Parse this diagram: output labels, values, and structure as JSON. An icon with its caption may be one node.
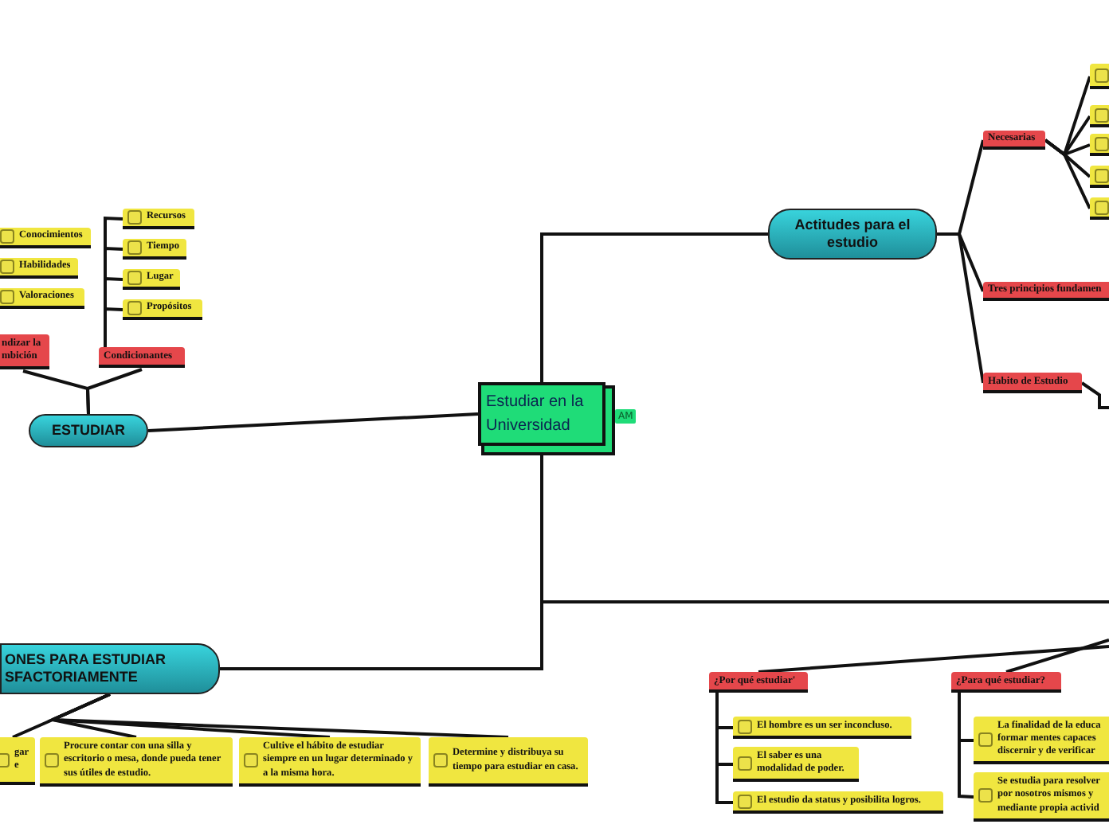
{
  "diagram": {
    "nodes": [
      {
        "text": [
          "Estudiar en la Universidad"
        ],
        "beside": [
          "AM"
        ]
      },
      {
        "text": [
          "Actitudes para el estudio"
        ]
      },
      {
        "text": [
          "Necesarias"
        ]
      },
      {
        "text": [],
        "shape": "box"
      },
      {
        "text": [],
        "shape": "box"
      },
      {
        "text": [],
        "shape": "box"
      },
      {
        "text": [],
        "shape": "box"
      },
      {
        "text": [],
        "shape": "box"
      },
      {
        "text": [
          "Tres principios fundamen"
        ]
      },
      {
        "text": [
          "Habito de Estudio"
        ]
      },
      {
        "text": [
          "ESTUDIAR"
        ]
      },
      {
        "text": [
          "ndizar la mbición"
        ]
      },
      {
        "text": [
          "Condicionantes"
        ]
      },
      {
        "text": [
          "Conocimientos"
        ]
      },
      {
        "text": [
          "Habilidades"
        ]
      },
      {
        "text": [
          "Valoraciones"
        ]
      },
      {
        "text": [
          "Recursos"
        ]
      },
      {
        "text": [
          "Tiempo"
        ]
      },
      {
        "text": [
          "Lugar"
        ]
      },
      {
        "text": [
          "Propósitos"
        ]
      },
      {
        "text": [
          "ONES PARA ESTUDIAR SFACTORIAMENTE"
        ]
      },
      {
        "text": [
          "gar e"
        ]
      },
      {
        "text": [
          "Procure contar con una silla y escritorio o mesa, donde pueda tener sus útiles de estudio."
        ]
      },
      {
        "text": [
          "Cultive el hábito de estudiar siempre en un lugar determinado y a la misma hora."
        ]
      },
      {
        "text": [
          "Determine y distribuya su tiempo para estudiar en casa."
        ]
      },
      {
        "text": [
          "¿Por qué estudiar'"
        ]
      },
      {
        "text": [
          "El hombre es un ser inconcluso."
        ]
      },
      {
        "text": [
          "El saber es una modalidad de poder."
        ]
      },
      {
        "text": [
          "El estudio da status y posibilita logros."
        ]
      },
      {
        "text": [
          "¿Para qué estudiar?"
        ]
      },
      {
        "text": [
          "La finalidad de la educa formar mentes capaces discernir y de verificar"
        ]
      },
      {
        "text": [
          "Se estudia para resolver por nosotros mismos y mediante propia activid"
        ]
      }
    ],
    "edges": [
      {
        "from": 0,
        "to": 1,
        "arrow": "none"
      },
      {
        "from": 0,
        "to": 10,
        "arrow": "none"
      },
      {
        "from": 0,
        "to": 20,
        "arrow": "none"
      },
      {
        "from": 0,
        "to": null,
        "arrow": "none"
      },
      {
        "from": 1,
        "to": 2,
        "arrow": "none"
      },
      {
        "from": 1,
        "to": 8,
        "arrow": "none"
      },
      {
        "from": 1,
        "to": 9,
        "arrow": "none"
      },
      {
        "from": 2,
        "to": 3,
        "arrow": "none"
      },
      {
        "from": 2,
        "to": 4,
        "arrow": "none"
      },
      {
        "from": 2,
        "to": 5,
        "arrow": "none"
      },
      {
        "from": 2,
        "to": 6,
        "arrow": "none"
      },
      {
        "from": 2,
        "to": 7,
        "arrow": "none"
      },
      {
        "from": 9,
        "to": null,
        "arrow": "none"
      },
      {
        "from": 10,
        "to": 11,
        "arrow": "none"
      },
      {
        "from": 10,
        "to": 12,
        "arrow": "none"
      },
      {
        "from": 12,
        "to": 16,
        "arrow": "none"
      },
      {
        "from": 12,
        "to": 17,
        "arrow": "none"
      },
      {
        "from": 12,
        "to": 18,
        "arrow": "none"
      },
      {
        "from": 12,
        "to": 19,
        "arrow": "none"
      },
      {
        "from": 20,
        "to": 21,
        "arrow": "none"
      },
      {
        "from": 20,
        "to": 22,
        "arrow": "none"
      },
      {
        "from": 20,
        "to": 23,
        "arrow": "none"
      },
      {
        "from": 20,
        "to": 24,
        "arrow": "none"
      },
      {
        "from": null,
        "to": 25,
        "arrow": "none"
      },
      {
        "from": null,
        "to": 29,
        "arrow": "none"
      },
      {
        "from": 25,
        "to": 26,
        "arrow": "none"
      },
      {
        "from": 25,
        "to": 27,
        "arrow": "none"
      },
      {
        "from": 25,
        "to": 28,
        "arrow": "none"
      },
      {
        "from": 29,
        "to": 30,
        "arrow": "none"
      },
      {
        "from": 29,
        "to": 31,
        "arrow": "none"
      }
    ]
  }
}
